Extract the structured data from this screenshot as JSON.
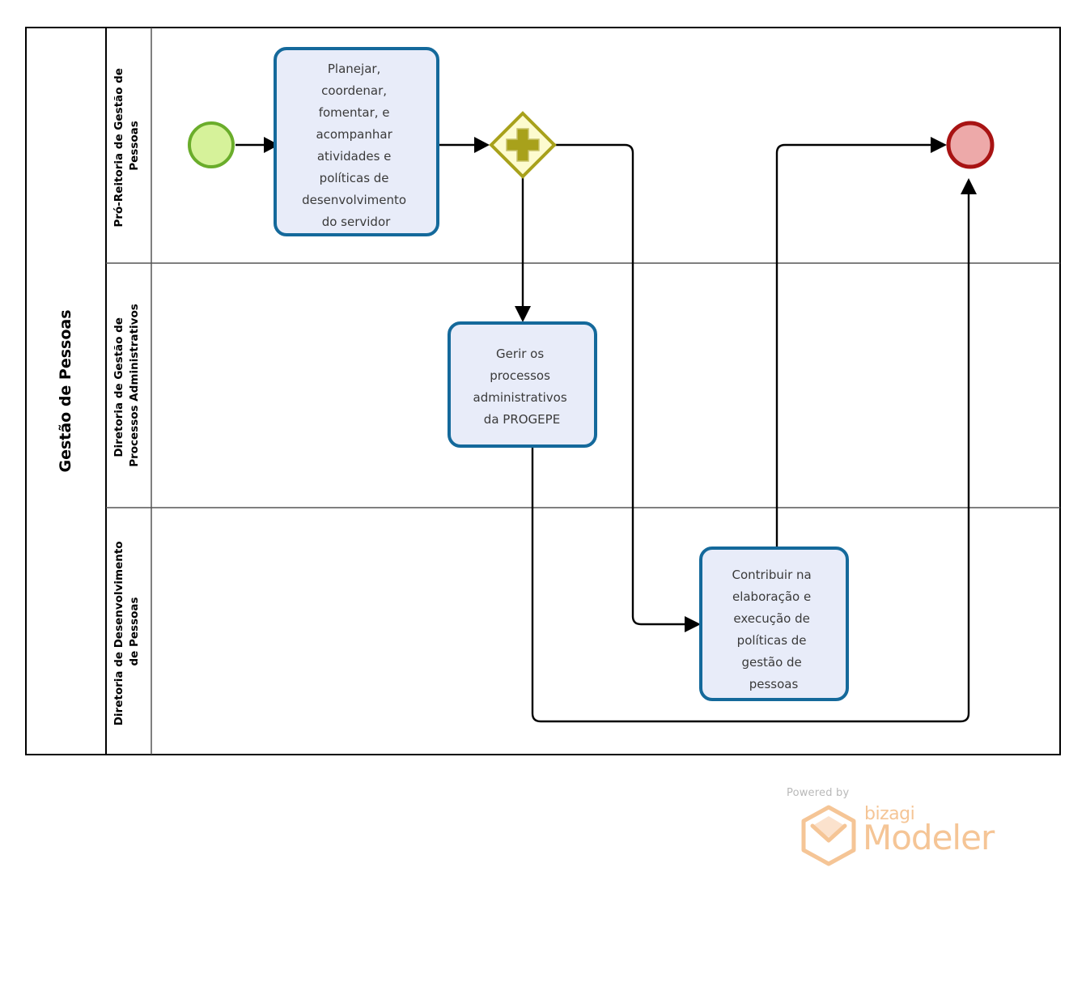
{
  "diagram": {
    "type": "bpmn-process-diagram",
    "pool": {
      "title": "Gestão de Pessoas",
      "lanes": [
        {
          "id": "lane-1",
          "title": "Pró-Reitoria de Gestão de Pessoas"
        },
        {
          "id": "lane-2",
          "title": "Diretoria de Gestão de Processos Administrativos"
        },
        {
          "id": "lane-3",
          "title": "Diretoria de Desenvolvimento de Pessoas"
        }
      ]
    },
    "events": [
      {
        "id": "start-event",
        "kind": "start-event",
        "lane": "lane-1",
        "label": "",
        "fill": "#d6f29a",
        "stroke": "#6aad2b"
      },
      {
        "id": "end-event",
        "kind": "end-event",
        "lane": "lane-1",
        "label": "",
        "fill": "#eda9a9",
        "stroke": "#a81313"
      }
    ],
    "gateways": [
      {
        "id": "parallel-gateway",
        "kind": "parallel-gateway",
        "lane": "lane-1",
        "label": "",
        "fill": "#fdfbcf",
        "stroke": "#a8a11b",
        "symbol": "plus"
      }
    ],
    "tasks": [
      {
        "id": "task-planejar",
        "lane": "lane-1",
        "label": "Planejar, coordenar, fomentar, e acompanhar atividades e políticas de desenvolvimento do servidor",
        "lines": [
          "Planejar,",
          "coordenar,",
          "fomentar, e",
          "acompanhar",
          "atividades e",
          "políticas de",
          "desenvolvimento",
          "do servidor"
        ]
      },
      {
        "id": "task-gerir",
        "lane": "lane-2",
        "label": "Gerir os processos administrativos da PROGEPE",
        "lines": [
          "Gerir os",
          "processos",
          "administrativos",
          "da PROGEPE"
        ]
      },
      {
        "id": "task-contribuir",
        "lane": "lane-3",
        "label": "Contribuir na elaboração e execução de políticas de gestão de pessoas",
        "lines": [
          "Contribuir na",
          "elaboração e",
          "execução de",
          "políticas de",
          "gestão de",
          "pessoas"
        ]
      }
    ],
    "flows": [
      {
        "id": "flow-start-to-planejar",
        "from": "start-event",
        "to": "task-planejar"
      },
      {
        "id": "flow-planejar-to-gateway",
        "from": "task-planejar",
        "to": "parallel-gateway"
      },
      {
        "id": "flow-gateway-to-gerir",
        "from": "parallel-gateway",
        "to": "task-gerir"
      },
      {
        "id": "flow-gateway-to-contribuir",
        "from": "parallel-gateway",
        "to": "task-contribuir"
      },
      {
        "id": "flow-contribuir-to-end",
        "from": "task-contribuir",
        "to": "end-event"
      },
      {
        "id": "flow-gerir-to-end",
        "from": "task-gerir",
        "to": "end-event"
      }
    ],
    "colors": {
      "task_fill": "#e8ecf9",
      "task_stroke": "#14699b",
      "task_text": "#3a3a3a",
      "flow_line": "#000000",
      "pool_border": "#000000",
      "lane_divider": "#555555"
    }
  },
  "watermark": {
    "powered_by": "Powered by",
    "brand": "bizagi",
    "product": "Modeler",
    "color": "#f5c596"
  }
}
